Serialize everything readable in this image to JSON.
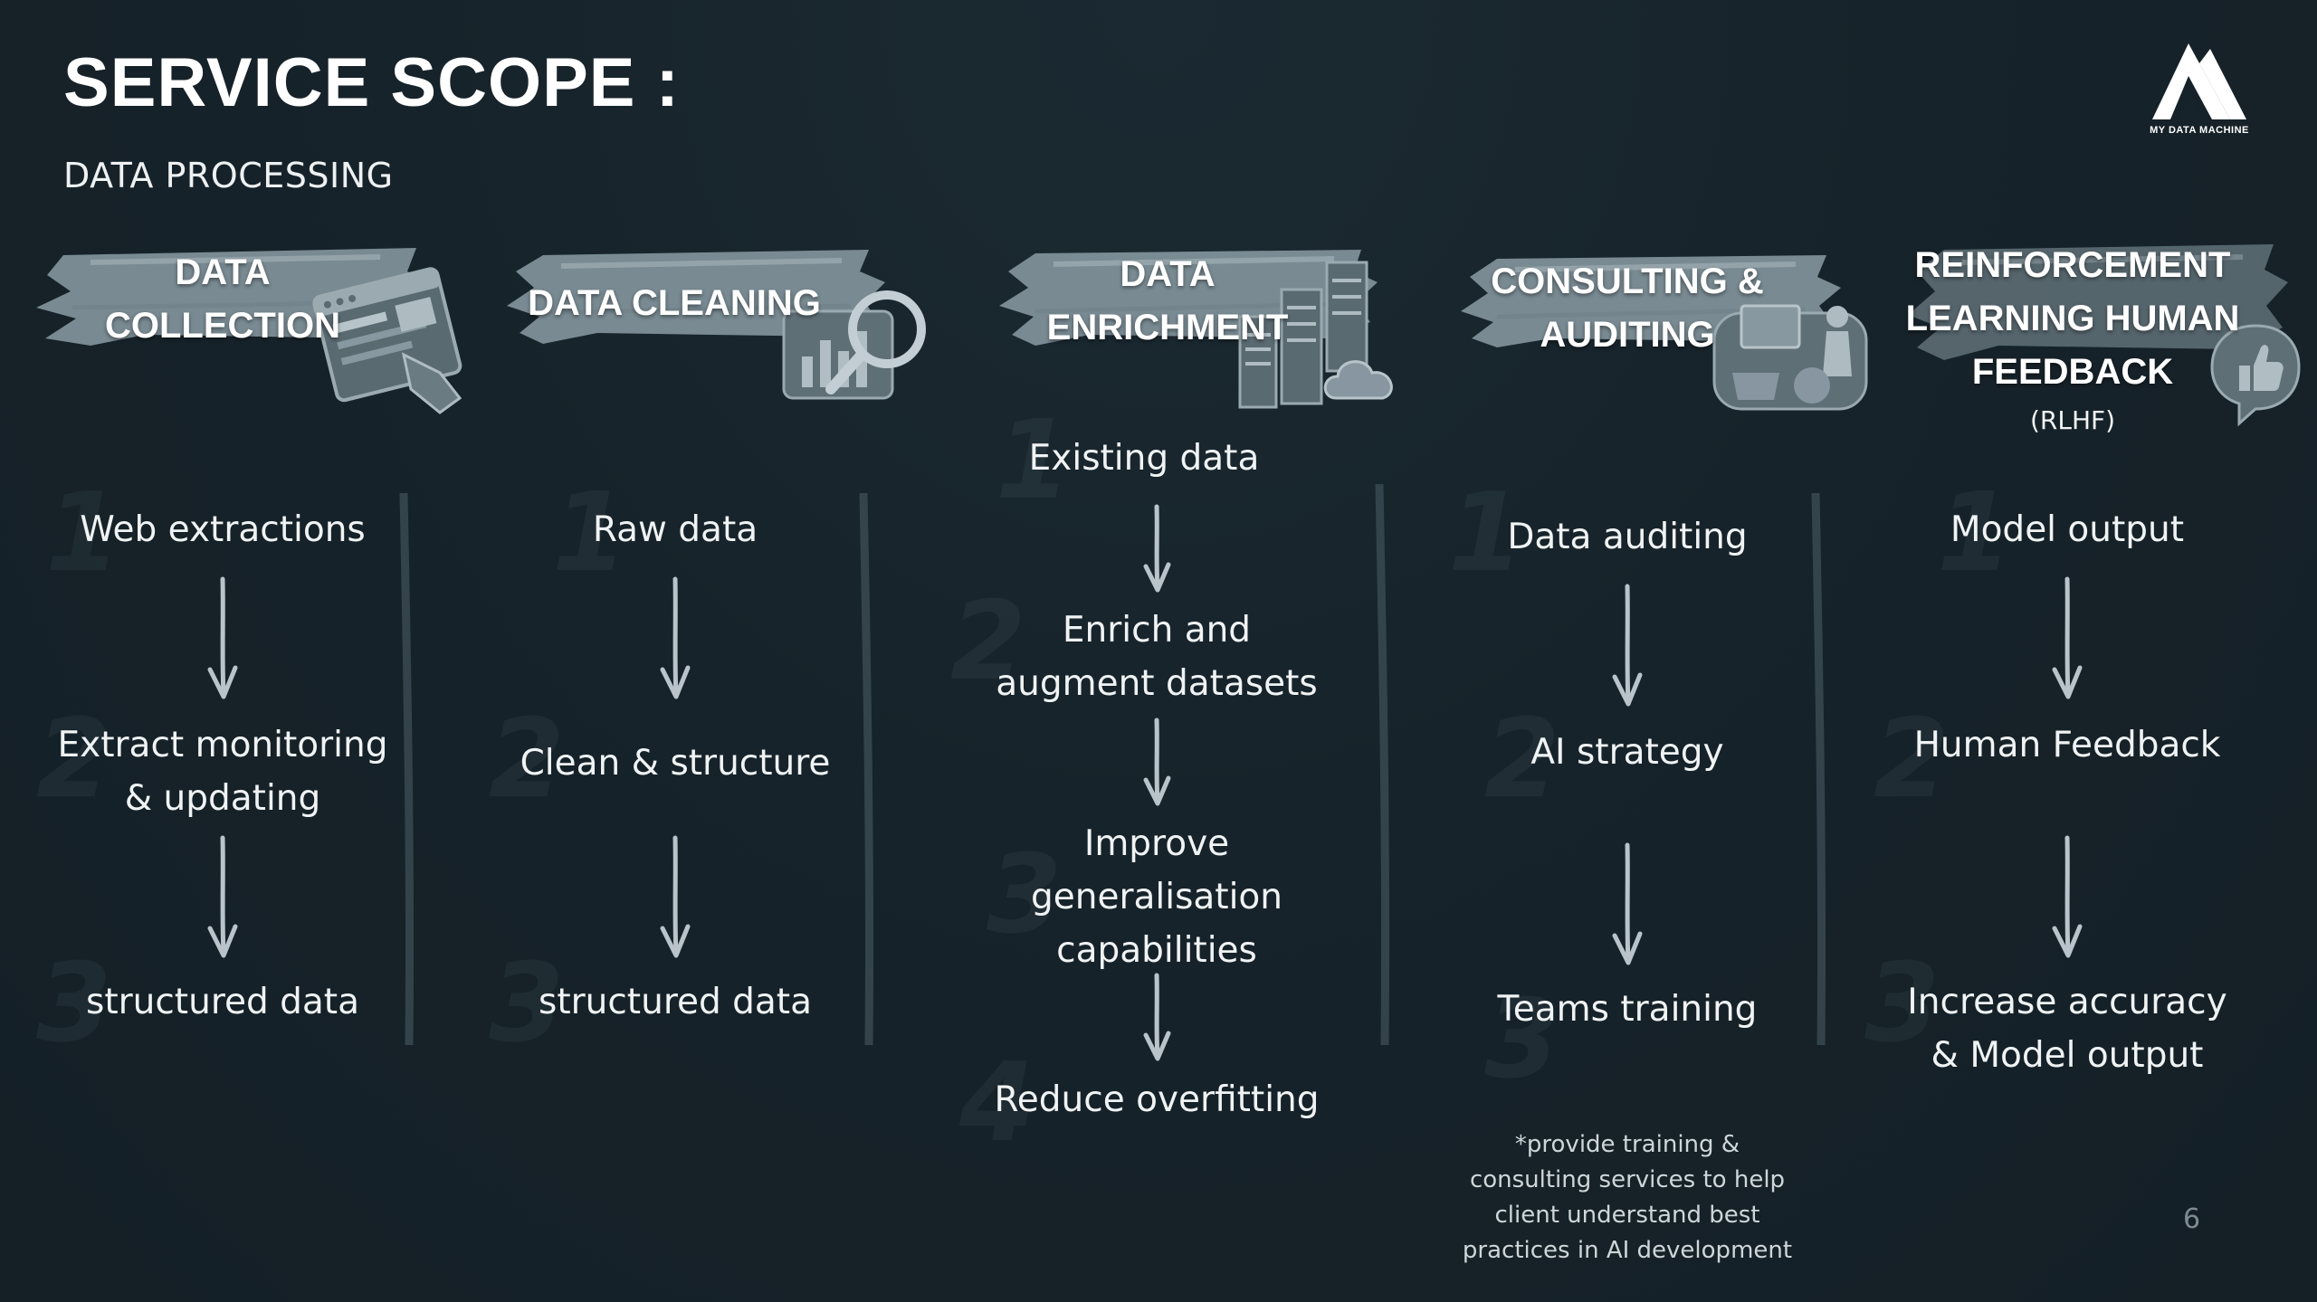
{
  "slide": {
    "title": "SERVICE SCOPE :",
    "subtitle": "DATA PROCESSING",
    "page_number": "6",
    "logo": {
      "icon": "my-data-machine-logo",
      "text": "MY DATA MACHINE"
    }
  },
  "columns": [
    {
      "heading_lines": [
        "DATA",
        "COLLECTION"
      ],
      "illustration": "browser-hand-icon",
      "steps": [
        [
          "Web extractions"
        ],
        [
          "Extract monitoring",
          "& updating"
        ],
        [
          "structured data"
        ]
      ]
    },
    {
      "heading_lines": [
        "DATA CLEANING"
      ],
      "illustration": "magnifier-chart-icon",
      "steps": [
        [
          "Raw data"
        ],
        [
          "Clean & structure"
        ],
        [
          "structured data"
        ]
      ]
    },
    {
      "heading_lines": [
        "DATA",
        "ENRICHMENT"
      ],
      "illustration": "server-cloud-icon",
      "steps": [
        [
          "Existing data"
        ],
        [
          "Enrich and",
          "augment datasets"
        ],
        [
          "Improve",
          "generalisation",
          "capabilities"
        ],
        [
          "Reduce overfitting"
        ]
      ]
    },
    {
      "heading_lines": [
        "CONSULTING &",
        "AUDITING"
      ],
      "illustration": "consulting-people-icon",
      "steps": [
        [
          "Data auditing"
        ],
        [
          "AI strategy"
        ],
        [
          "Teams training"
        ]
      ],
      "note_lines": [
        "*provide training &",
        "consulting services to help",
        "client understand best",
        "practices in AI development"
      ]
    },
    {
      "heading_lines": [
        "REINFORCEMENT",
        "LEARNING HUMAN",
        "FEEDBACK"
      ],
      "heading_sub": "(RLHF)",
      "illustration": "thumbs-up-bubble-icon",
      "steps": [
        [
          "Model output"
        ],
        [
          "Human Feedback"
        ],
        [
          "Increase accuracy",
          "& Model output"
        ]
      ]
    }
  ],
  "colors": {
    "background": "#17232a",
    "brush": "#8b9ca4",
    "text": "#f0f3f4",
    "arrow": "#b8c4c9"
  }
}
